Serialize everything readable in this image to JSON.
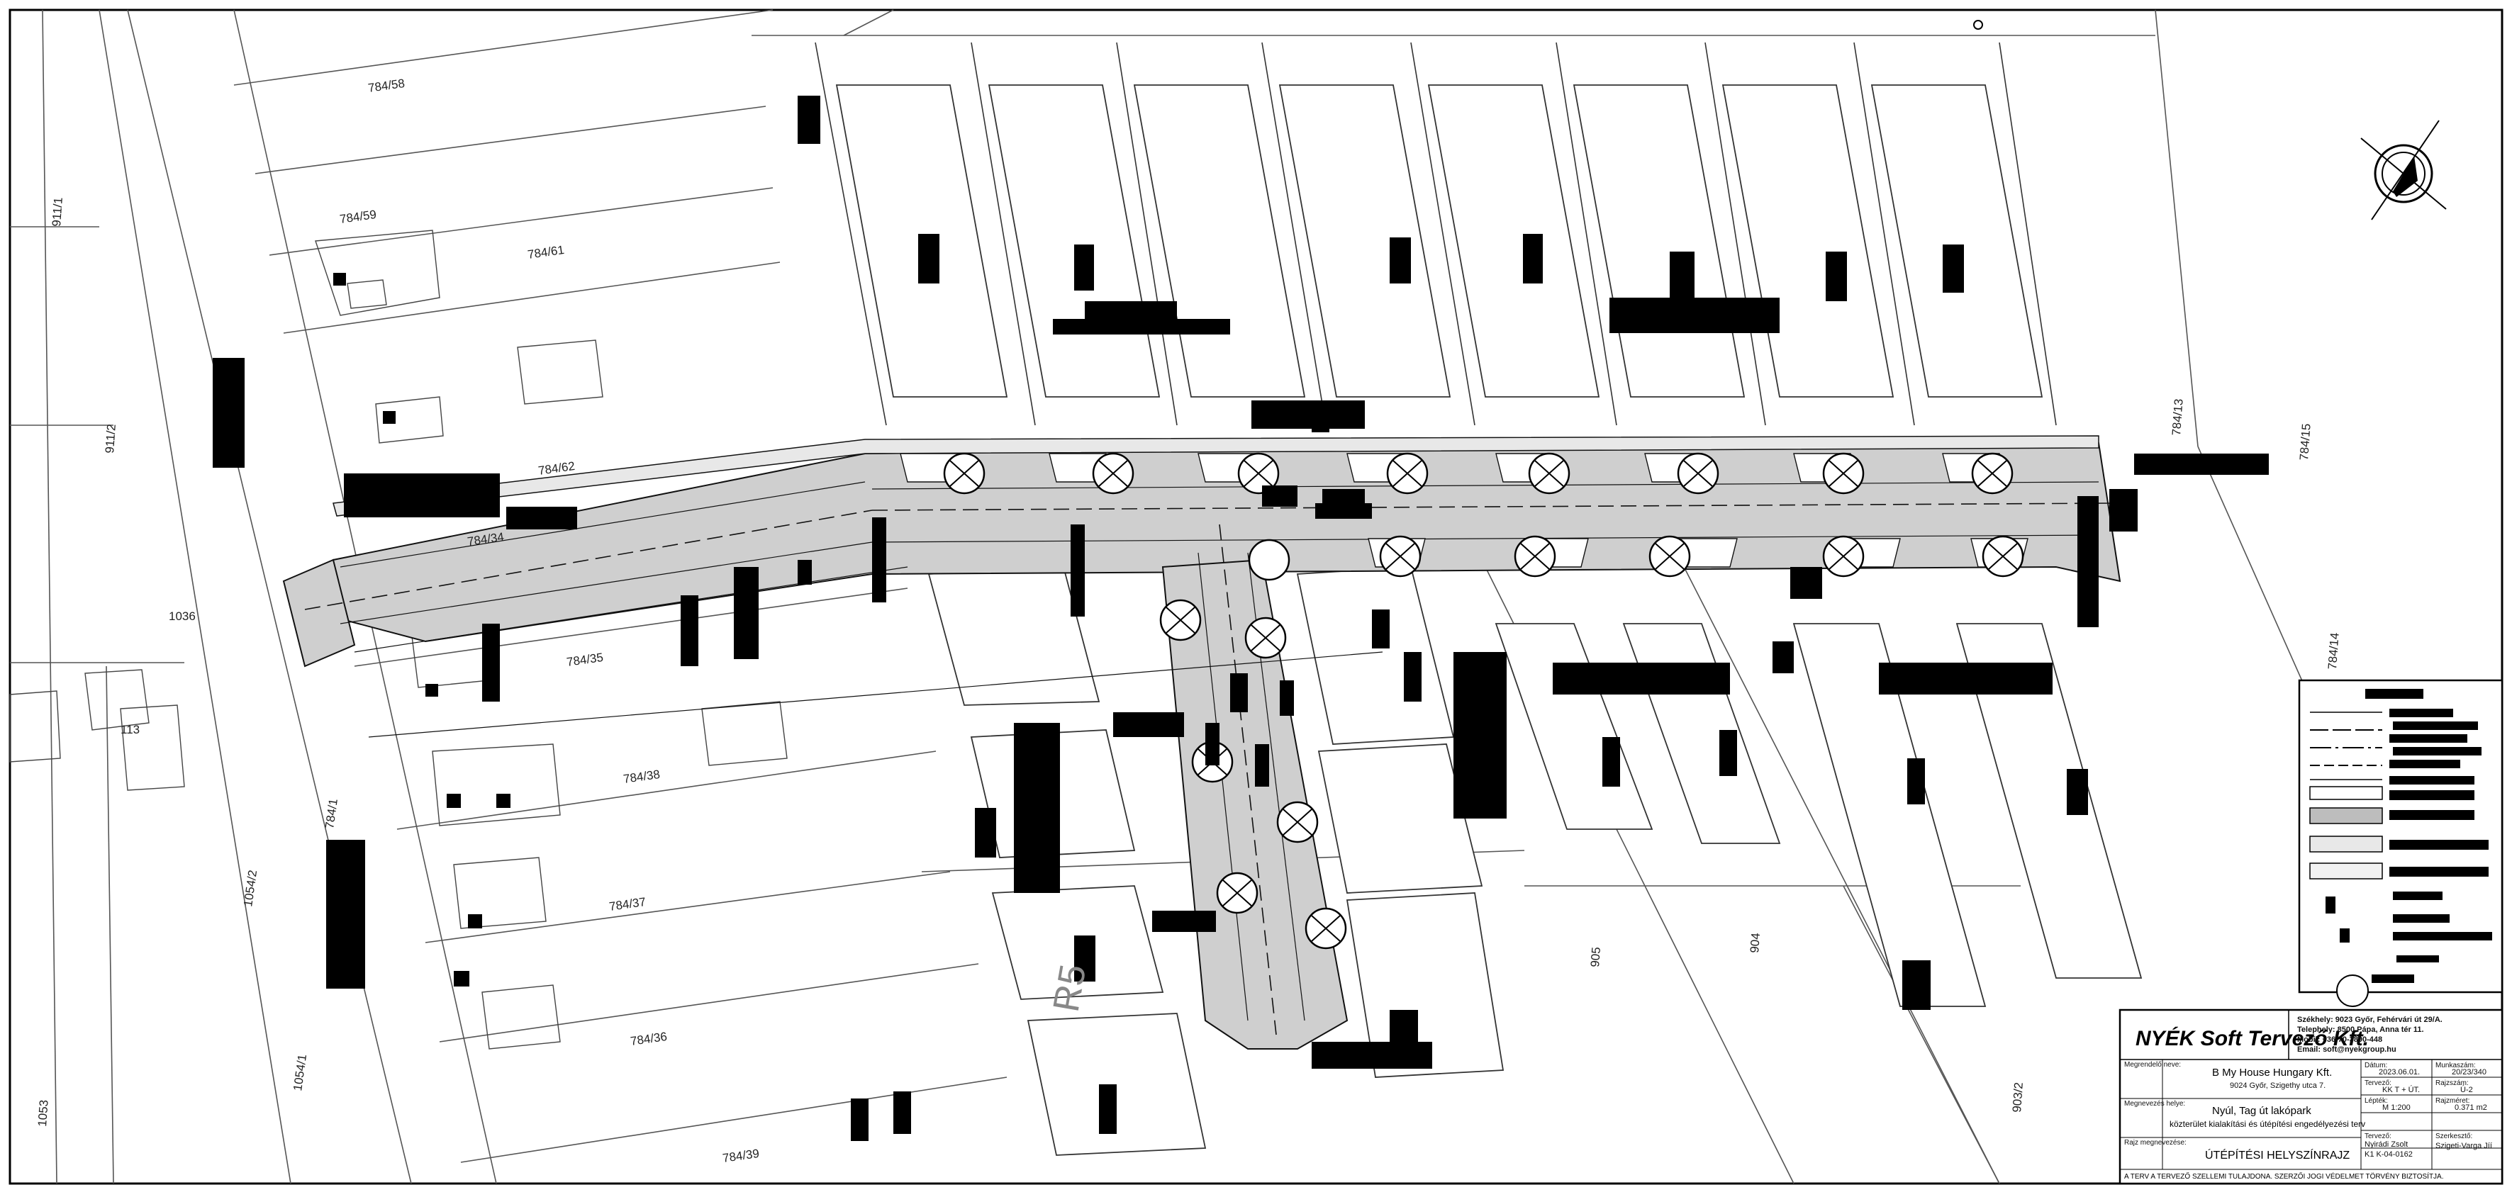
{
  "parcels": [
    {
      "id": "p1",
      "label": "784/58"
    },
    {
      "id": "p2",
      "label": "784/59"
    },
    {
      "id": "p3",
      "label": "784/61"
    },
    {
      "id": "p4",
      "label": "784/62"
    },
    {
      "id": "p5",
      "label": "784/34"
    },
    {
      "id": "p6",
      "label": "784/35"
    },
    {
      "id": "p7",
      "label": "784/38"
    },
    {
      "id": "p8",
      "label": "784/37"
    },
    {
      "id": "p9",
      "label": "784/36"
    },
    {
      "id": "p10",
      "label": "784/39"
    },
    {
      "id": "p11",
      "label": "911/1"
    },
    {
      "id": "p12",
      "label": "911/2"
    },
    {
      "id": "p13",
      "label": "1036"
    },
    {
      "id": "p14",
      "label": "113"
    },
    {
      "id": "p15",
      "label": "1054/2"
    },
    {
      "id": "p16",
      "label": "784/1"
    },
    {
      "id": "p17",
      "label": "1054/1"
    },
    {
      "id": "p18",
      "label": "1053"
    },
    {
      "id": "p19",
      "label": "784/13"
    },
    {
      "id": "p20",
      "label": "784/15"
    },
    {
      "id": "p21",
      "label": "784/14"
    },
    {
      "id": "p22",
      "label": "905"
    },
    {
      "id": "p23",
      "label": "904"
    },
    {
      "id": "p24",
      "label": "903/2"
    }
  ],
  "street_mark": "R5",
  "title_block": {
    "company": "NYÉK Soft Tervező Kft.",
    "address_lines": [
      "Székhely: 9023 Győr, Fehérvári út 29/A.",
      "Telephely: 8500 Pápa, Anna tér 11.",
      "Mobil: +36-70-3890-448",
      "Email: soft@nyekgroup.hu"
    ],
    "client_label": "Megrendelő neve:",
    "client_name": "B My House Hungary Kft.",
    "client_address": "9024 Győr, Szigethy utca 7.",
    "project_label": "Megnevezés helye:",
    "project_name": "Nyúl, Tag út lakópark",
    "project_desc": "közterület kialakítási és útépítési engedélyezési terv",
    "sheet_label": "Rajz megnevezése:",
    "sheet_title": "ÚTÉPÍTÉSI HELYSZÍNRAJZ",
    "date_label": "Dátum:",
    "date_value": "2023.06.01.",
    "job_label": "Munkaszám:",
    "job_value": "20/23/340",
    "designer_label": "Tervező:",
    "designer_value": "KK T + ÚT.",
    "drawing_label": "Rajzszám:",
    "drawing_value": "Ú-2",
    "scale_label": "Lépték:",
    "scale_value": "M 1:200",
    "format_label": "Rajzméret:",
    "format_value": "0.371 m2",
    "engineer_label": "Tervező:",
    "engineer_value": "Nyirádi Zsolt",
    "engineer_id": "K1 K-04-0162",
    "drafter_label": "Szerkesztő:",
    "drafter_value": "Szigeti-Varga Jíí",
    "footer": "A TERV A TERVEZŐ SZELLEMI TULAJDONA. SZERZŐI JOGI VÉDELMET TÖRVÉNY BIZTOSÍTJA."
  }
}
